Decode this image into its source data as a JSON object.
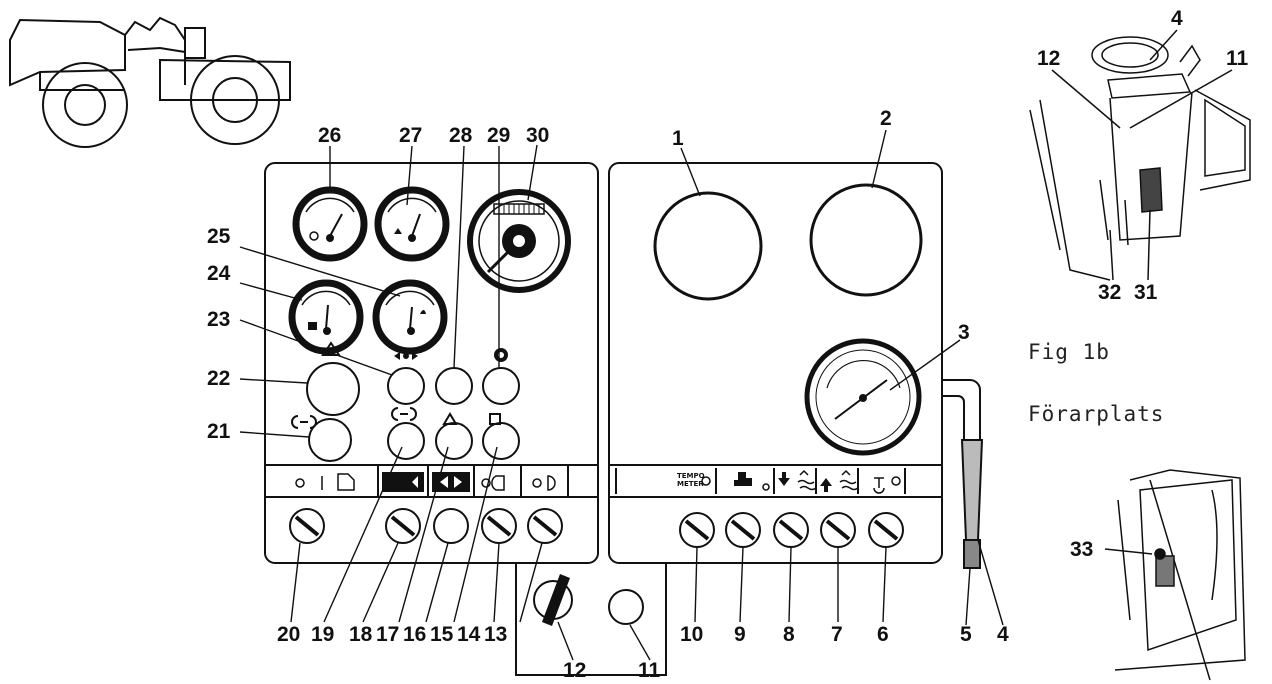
{
  "captions": {
    "figure": "Fig 1b",
    "operator_station": "Förarplats"
  },
  "callouts": {
    "n1": "1",
    "n2": "2",
    "n3": "3",
    "n4": "4",
    "n5": "5",
    "n6": "6",
    "n7": "7",
    "n8": "8",
    "n9": "9",
    "n10": "10",
    "n11": "11",
    "n12": "12",
    "n13": "13",
    "n14": "14",
    "n15": "15",
    "n16": "16",
    "n17": "17",
    "n18": "18",
    "n19": "19",
    "n20": "20",
    "n21": "21",
    "n22": "22",
    "n23": "23",
    "n24": "24",
    "n25": "25",
    "n26": "26",
    "n27": "27",
    "n28": "28",
    "n29": "29",
    "n30": "30",
    "n31": "31",
    "n32": "32",
    "n33": "33",
    "inset_n4": "4",
    "inset_n11": "11",
    "inset_n12": "12"
  },
  "strip": {
    "tempometer": "TEMPO\nMETER"
  }
}
